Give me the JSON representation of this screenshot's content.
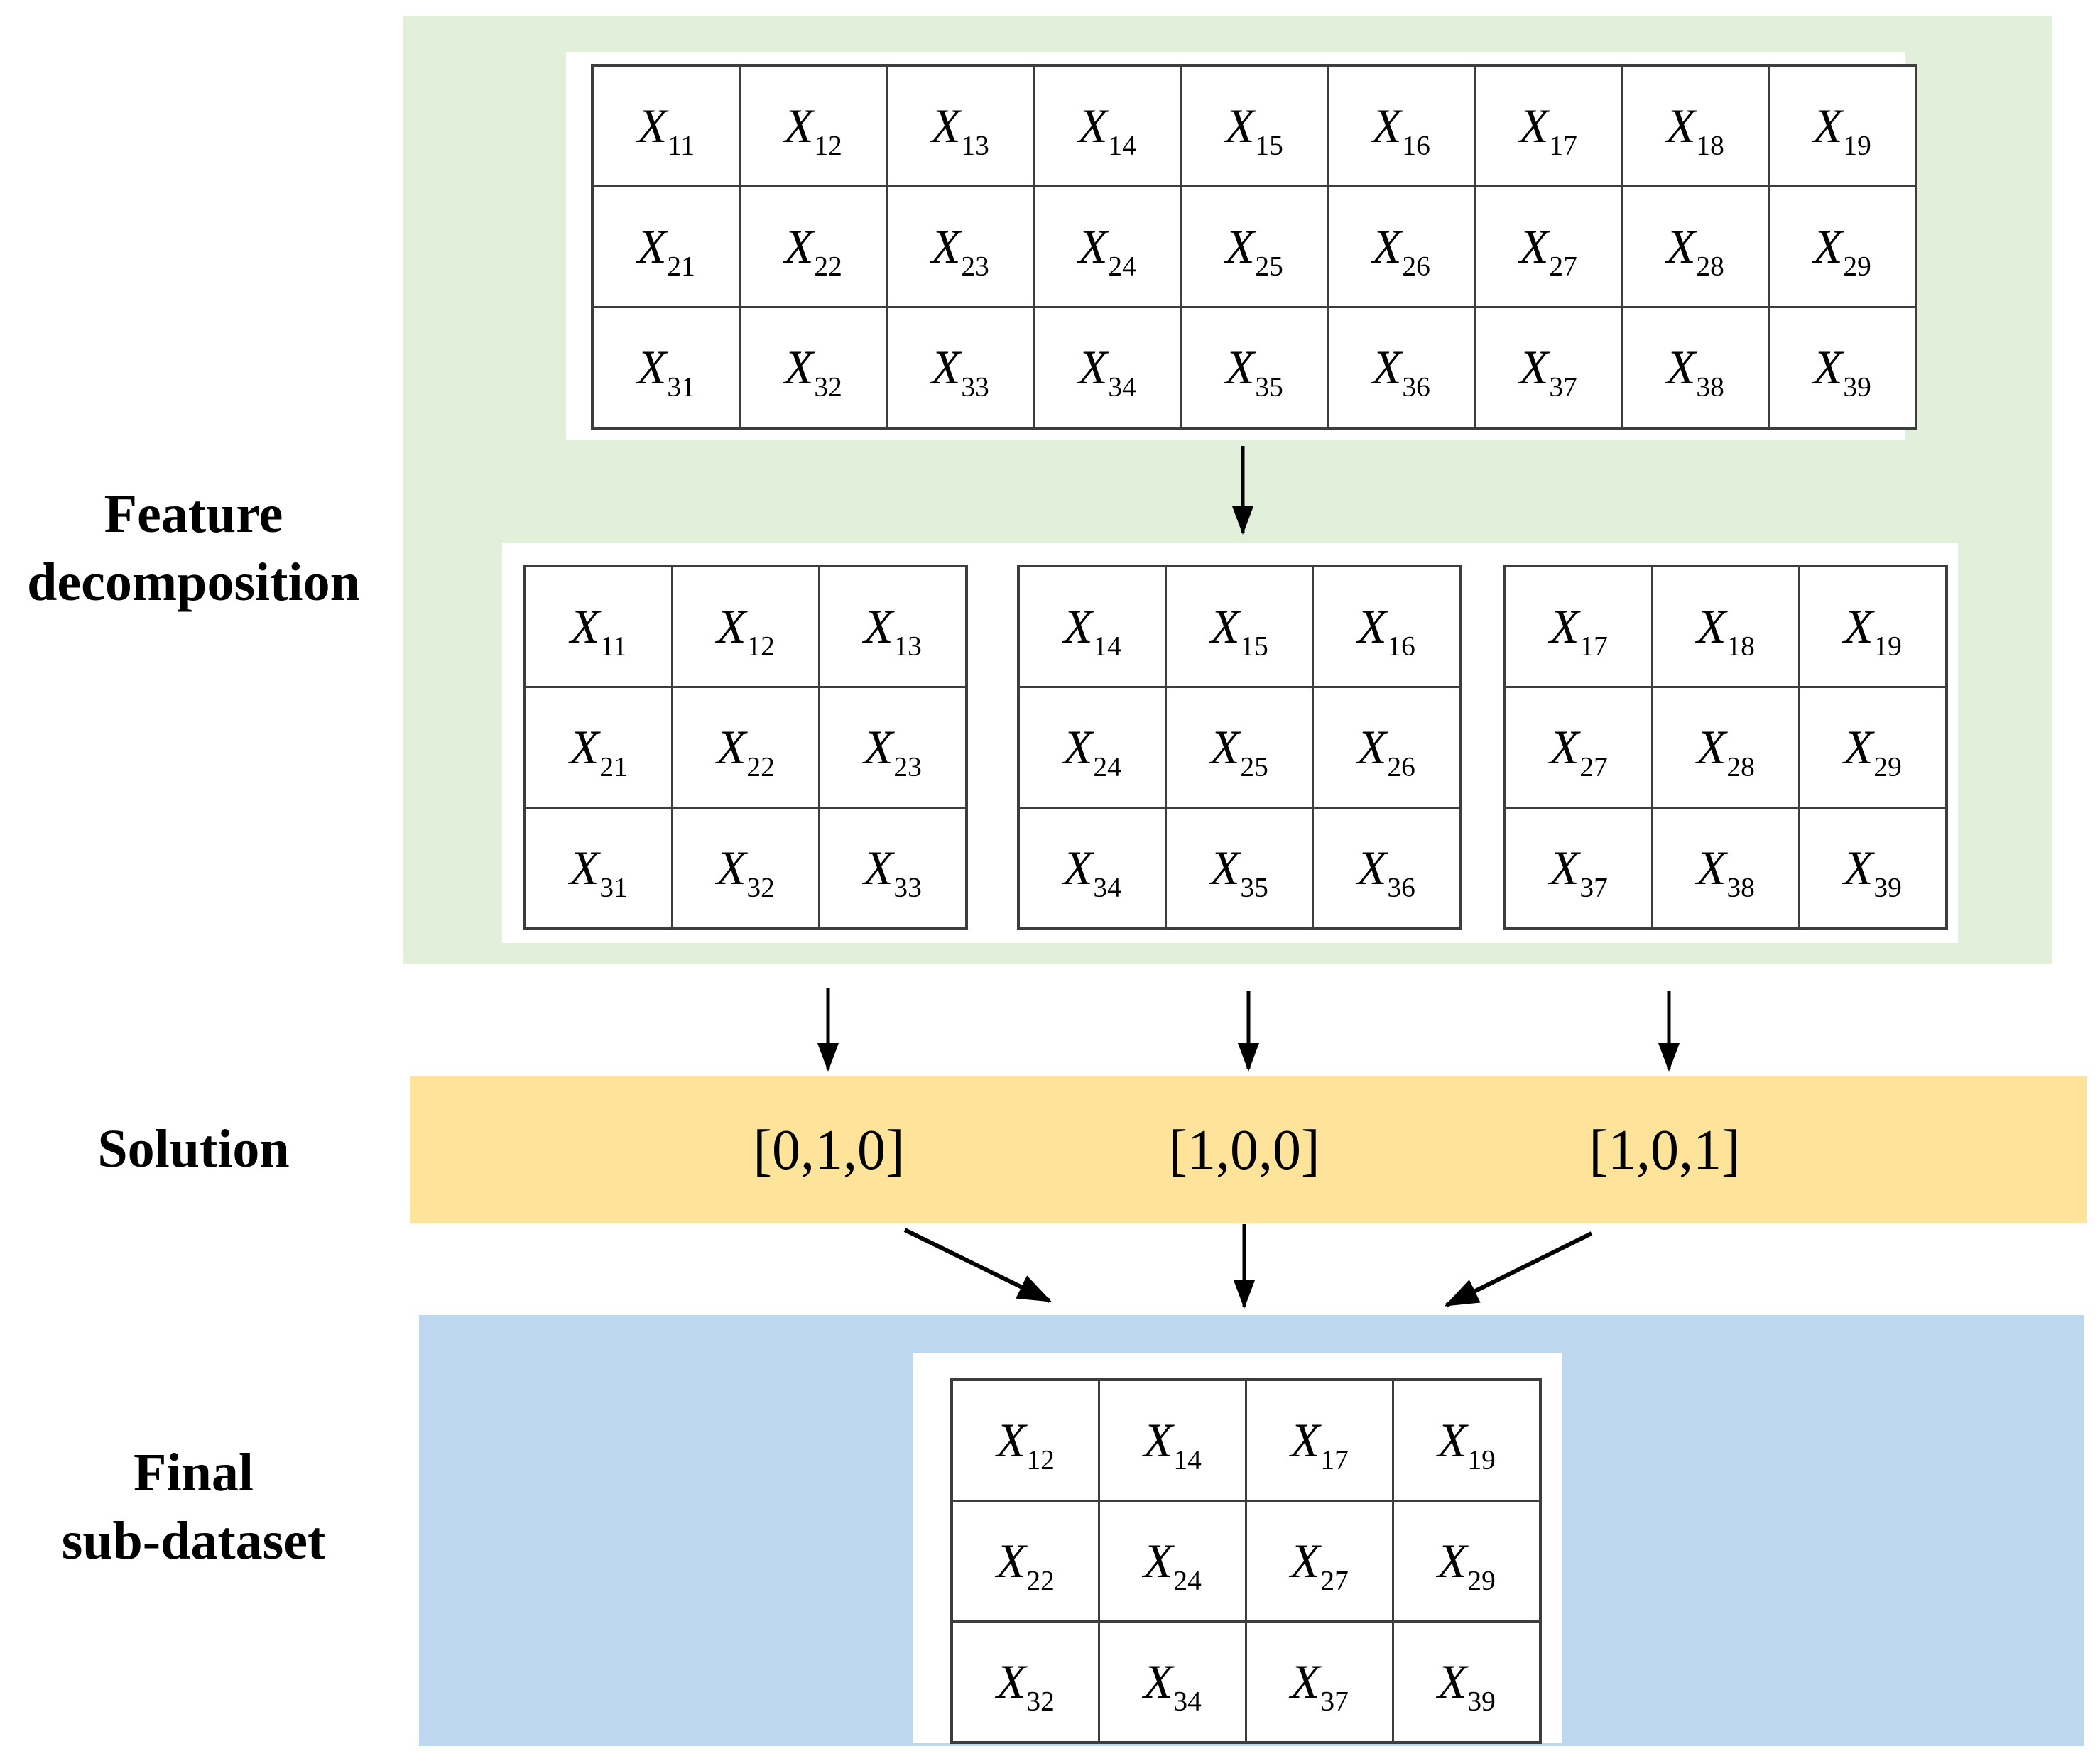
{
  "figure": {
    "description": "Feature decomposition diagram"
  },
  "colors": {
    "decomposition_bg": "#e2efda",
    "solution_bg": "#fde49a",
    "final_bg": "#bcd7ee",
    "table_border": "#3d3d3d",
    "arrow": "#000000"
  },
  "labels": {
    "stage1_line1": "Feature",
    "stage1_line2": "decomposition",
    "stage2": "Solution",
    "stage3_line1": "Final",
    "stage3_line2": "sub-dataset"
  },
  "matrix_symbol": "X",
  "matrices": {
    "full": [
      [
        "11",
        "12",
        "13",
        "14",
        "15",
        "16",
        "17",
        "18",
        "19"
      ],
      [
        "21",
        "22",
        "23",
        "24",
        "25",
        "26",
        "27",
        "28",
        "29"
      ],
      [
        "31",
        "32",
        "33",
        "34",
        "35",
        "36",
        "37",
        "38",
        "39"
      ]
    ],
    "part1": [
      [
        "11",
        "12",
        "13"
      ],
      [
        "21",
        "22",
        "23"
      ],
      [
        "31",
        "32",
        "33"
      ]
    ],
    "part2": [
      [
        "14",
        "15",
        "16"
      ],
      [
        "24",
        "25",
        "26"
      ],
      [
        "34",
        "35",
        "36"
      ]
    ],
    "part3": [
      [
        "17",
        "18",
        "19"
      ],
      [
        "27",
        "28",
        "29"
      ],
      [
        "37",
        "38",
        "39"
      ]
    ],
    "final": [
      [
        "12",
        "14",
        "17",
        "19"
      ],
      [
        "22",
        "24",
        "27",
        "29"
      ],
      [
        "32",
        "34",
        "37",
        "39"
      ]
    ]
  },
  "solutions": [
    "[0,1,0]",
    "[1,0,0]",
    "[1,0,1]"
  ]
}
